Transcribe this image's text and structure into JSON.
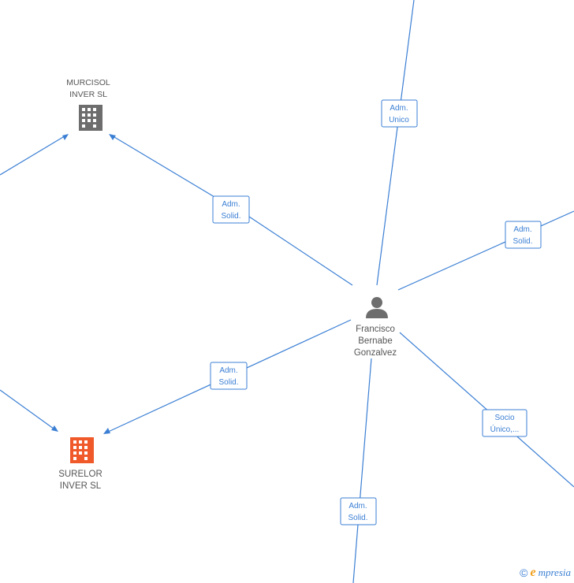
{
  "nodes": {
    "murcisol": {
      "line1": "MURCISOL",
      "line2": "INVER SL",
      "icon": "building-icon",
      "color": "#6d6d6d"
    },
    "surelor": {
      "line1": "SURELOR",
      "line2": "INVER SL",
      "icon": "building-icon",
      "color": "#f05a2a"
    },
    "person": {
      "line1": "Francisco",
      "line2": "Bernabe",
      "line3": "Gonzalvez",
      "icon": "person-icon",
      "color": "#6d6d6d"
    }
  },
  "edges": {
    "adm_unico_top": {
      "line1": "Adm.",
      "line2": "Unico"
    },
    "adm_solid_murcisol": {
      "line1": "Adm.",
      "line2": "Solid."
    },
    "adm_solid_right": {
      "line1": "Adm.",
      "line2": "Solid."
    },
    "adm_solid_surelor": {
      "line1": "Adm.",
      "line2": "Solid."
    },
    "socio_unico": {
      "line1": "Socio",
      "line2": "Único,..."
    },
    "adm_solid_bottom": {
      "line1": "Adm.",
      "line2": "Solid."
    }
  },
  "brand": {
    "copyright": "©",
    "initial": "e",
    "name": "mpresia"
  },
  "colors": {
    "edge": "#3b7fd4",
    "company_red": "#f05a2a",
    "company_gray": "#6d6d6d"
  }
}
